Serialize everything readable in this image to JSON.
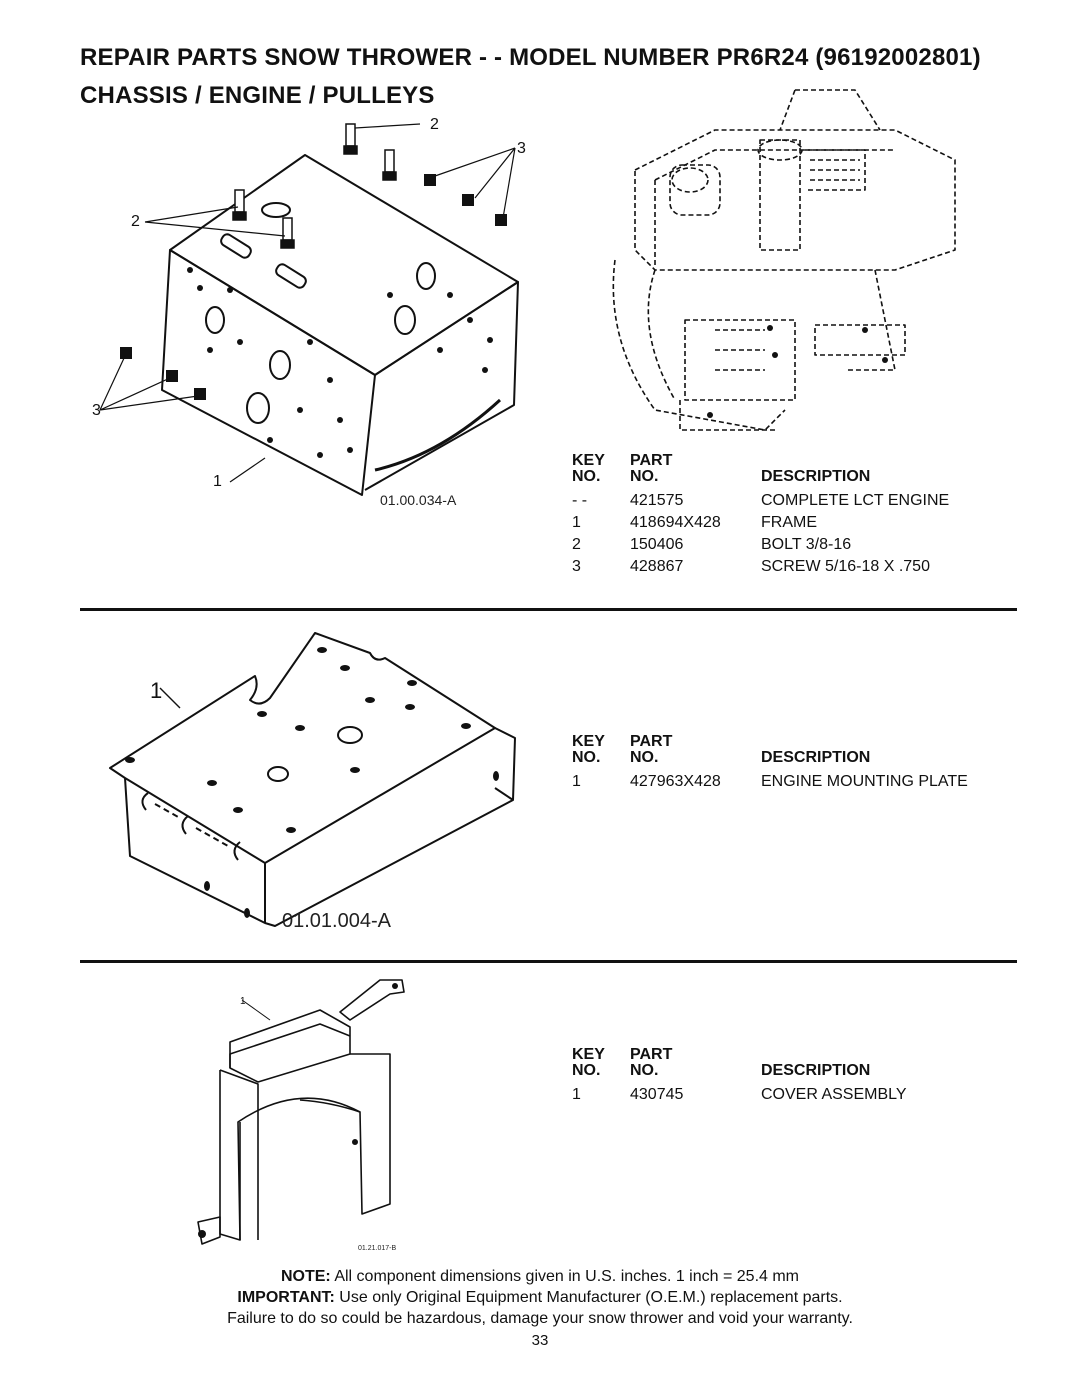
{
  "header": {
    "line1": "REPAIR PARTS  SNOW THROWER - - MODEL NUMBER  PR6R24 (96192002801)",
    "line2": "CHASSIS / ENGINE / PULLEYS"
  },
  "table_headers": {
    "key_top": "KEY",
    "key_bottom": "NO.",
    "part_top": "PART",
    "part_bottom": "NO.",
    "description": "DESCRIPTION"
  },
  "sections": [
    {
      "figure_ref": "01.00.034-A",
      "callouts": [
        "2",
        "3",
        "2",
        "3",
        "1"
      ],
      "rows": [
        {
          "key": "- -",
          "part": "421575",
          "description": "COMPLETE LCT ENGINE"
        },
        {
          "key": "1",
          "part": "418694X428",
          "description": "FRAME"
        },
        {
          "key": "2",
          "part": "150406",
          "description": "BOLT 3/8-16"
        },
        {
          "key": "3",
          "part": "428867",
          "description": "SCREW 5/16-18 X .750"
        }
      ]
    },
    {
      "figure_ref": "01.01.004-A",
      "callouts": [
        "1"
      ],
      "rows": [
        {
          "key": "1",
          "part": "427963X428",
          "description": "ENGINE MOUNTING PLATE"
        }
      ]
    },
    {
      "figure_ref": "01.21.017-B",
      "callouts": [
        "1"
      ],
      "rows": [
        {
          "key": "1",
          "part": "430745",
          "description": "COVER ASSEMBLY"
        }
      ]
    }
  ],
  "notes": {
    "note_label": "NOTE:",
    "note_text": " All component dimensions given in U.S. inches.    1 inch = 25.4 mm",
    "important_label": "IMPORTANT:",
    "important_text": " Use only Original Equipment Manufacturer (O.E.M.) replacement parts.",
    "warning_text": "Failure to do so could be hazardous, damage your snow thrower and void your warranty."
  },
  "page_number": "33"
}
